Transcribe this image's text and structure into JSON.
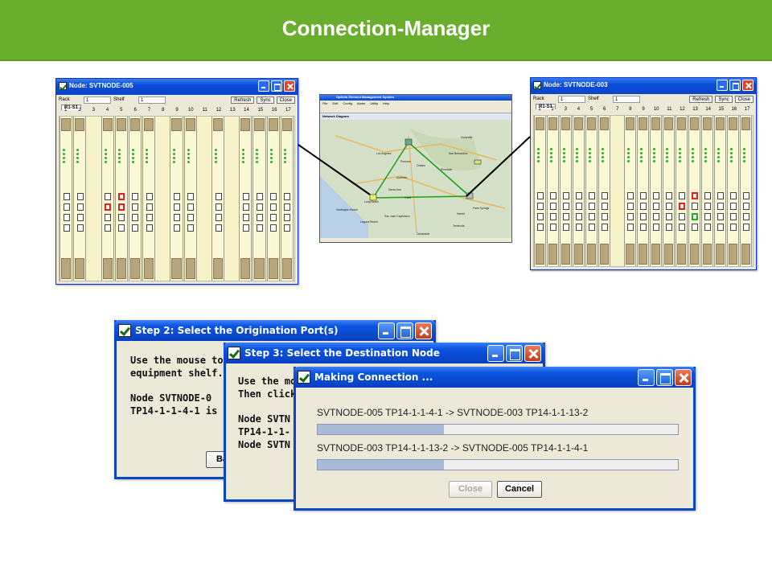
{
  "banner": {
    "title": "Connection-Manager"
  },
  "left_window": {
    "title": "Node: SVTNODE-005",
    "rack_label": "Rack",
    "rack_value": "1",
    "shelf_label": "Shelf",
    "shelf_value": "1",
    "refresh": "Refresh",
    "sync": "Sync",
    "close": "Close",
    "tab": "R1-S1",
    "slots": [
      "1",
      "2",
      "3",
      "4",
      "5",
      "6",
      "7",
      "8",
      "9",
      "10",
      "11",
      "12",
      "13",
      "14",
      "15",
      "16",
      "17"
    ]
  },
  "right_window": {
    "title": "Node: SVTNODE-003",
    "rack_label": "Rack",
    "rack_value": "1",
    "shelf_label": "Shelf",
    "shelf_value": "1",
    "refresh": "Refresh",
    "sync": "Sync",
    "close": "Close",
    "tab": "R1-S1",
    "slots": [
      "1",
      "2",
      "3",
      "4",
      "5",
      "6",
      "7",
      "8",
      "9",
      "10",
      "11",
      "12",
      "13",
      "14",
      "15",
      "16",
      "17"
    ]
  },
  "map_window": {
    "title": "OpNeta Element Management System",
    "menu": [
      "File",
      "Edit",
      "Config",
      "Alarm",
      "Utility",
      "Help"
    ],
    "tab": "Network Diagram",
    "places": [
      "Los Angeles",
      "Long Beach",
      "Anaheim",
      "Santa Ana",
      "Irvine",
      "Riverside",
      "San Bernardino",
      "Temecula",
      "Victorville",
      "Ontario",
      "Pomona",
      "Palm Springs",
      "Hemet",
      "Laguna Beach",
      "Huntington Beach",
      "San Juan Capistrano",
      "Oceanside"
    ]
  },
  "dialog_step2": {
    "title": "Step 2: Select the Origination Port(s)",
    "line1": "Use the mouse to",
    "line2": "equipment shelf. T",
    "line3": "Node SVTNODE-0",
    "line4": "TP14-1-1-4-1 is s",
    "back_btn": "Ba"
  },
  "dialog_step3": {
    "title": "Step 3: Select the Destination Node",
    "line1": "Use the mo",
    "line2": "Then click",
    "line3": "Node SVTN",
    "line4": "TP14-1-1-",
    "line5": "Node SVTN"
  },
  "dialog_making": {
    "title": "Making Connection ...",
    "conn1": "SVTNODE-005 TP14-1-1-4-1 -> SVTNODE-003 TP14-1-1-13-2",
    "conn1_progress": 0.35,
    "conn2": "SVTNODE-003 TP14-1-1-13-2 -> SVTNODE-005 TP14-1-1-4-1",
    "conn2_progress": 0.35,
    "close_btn": "Close",
    "cancel_btn": "Cancel"
  }
}
